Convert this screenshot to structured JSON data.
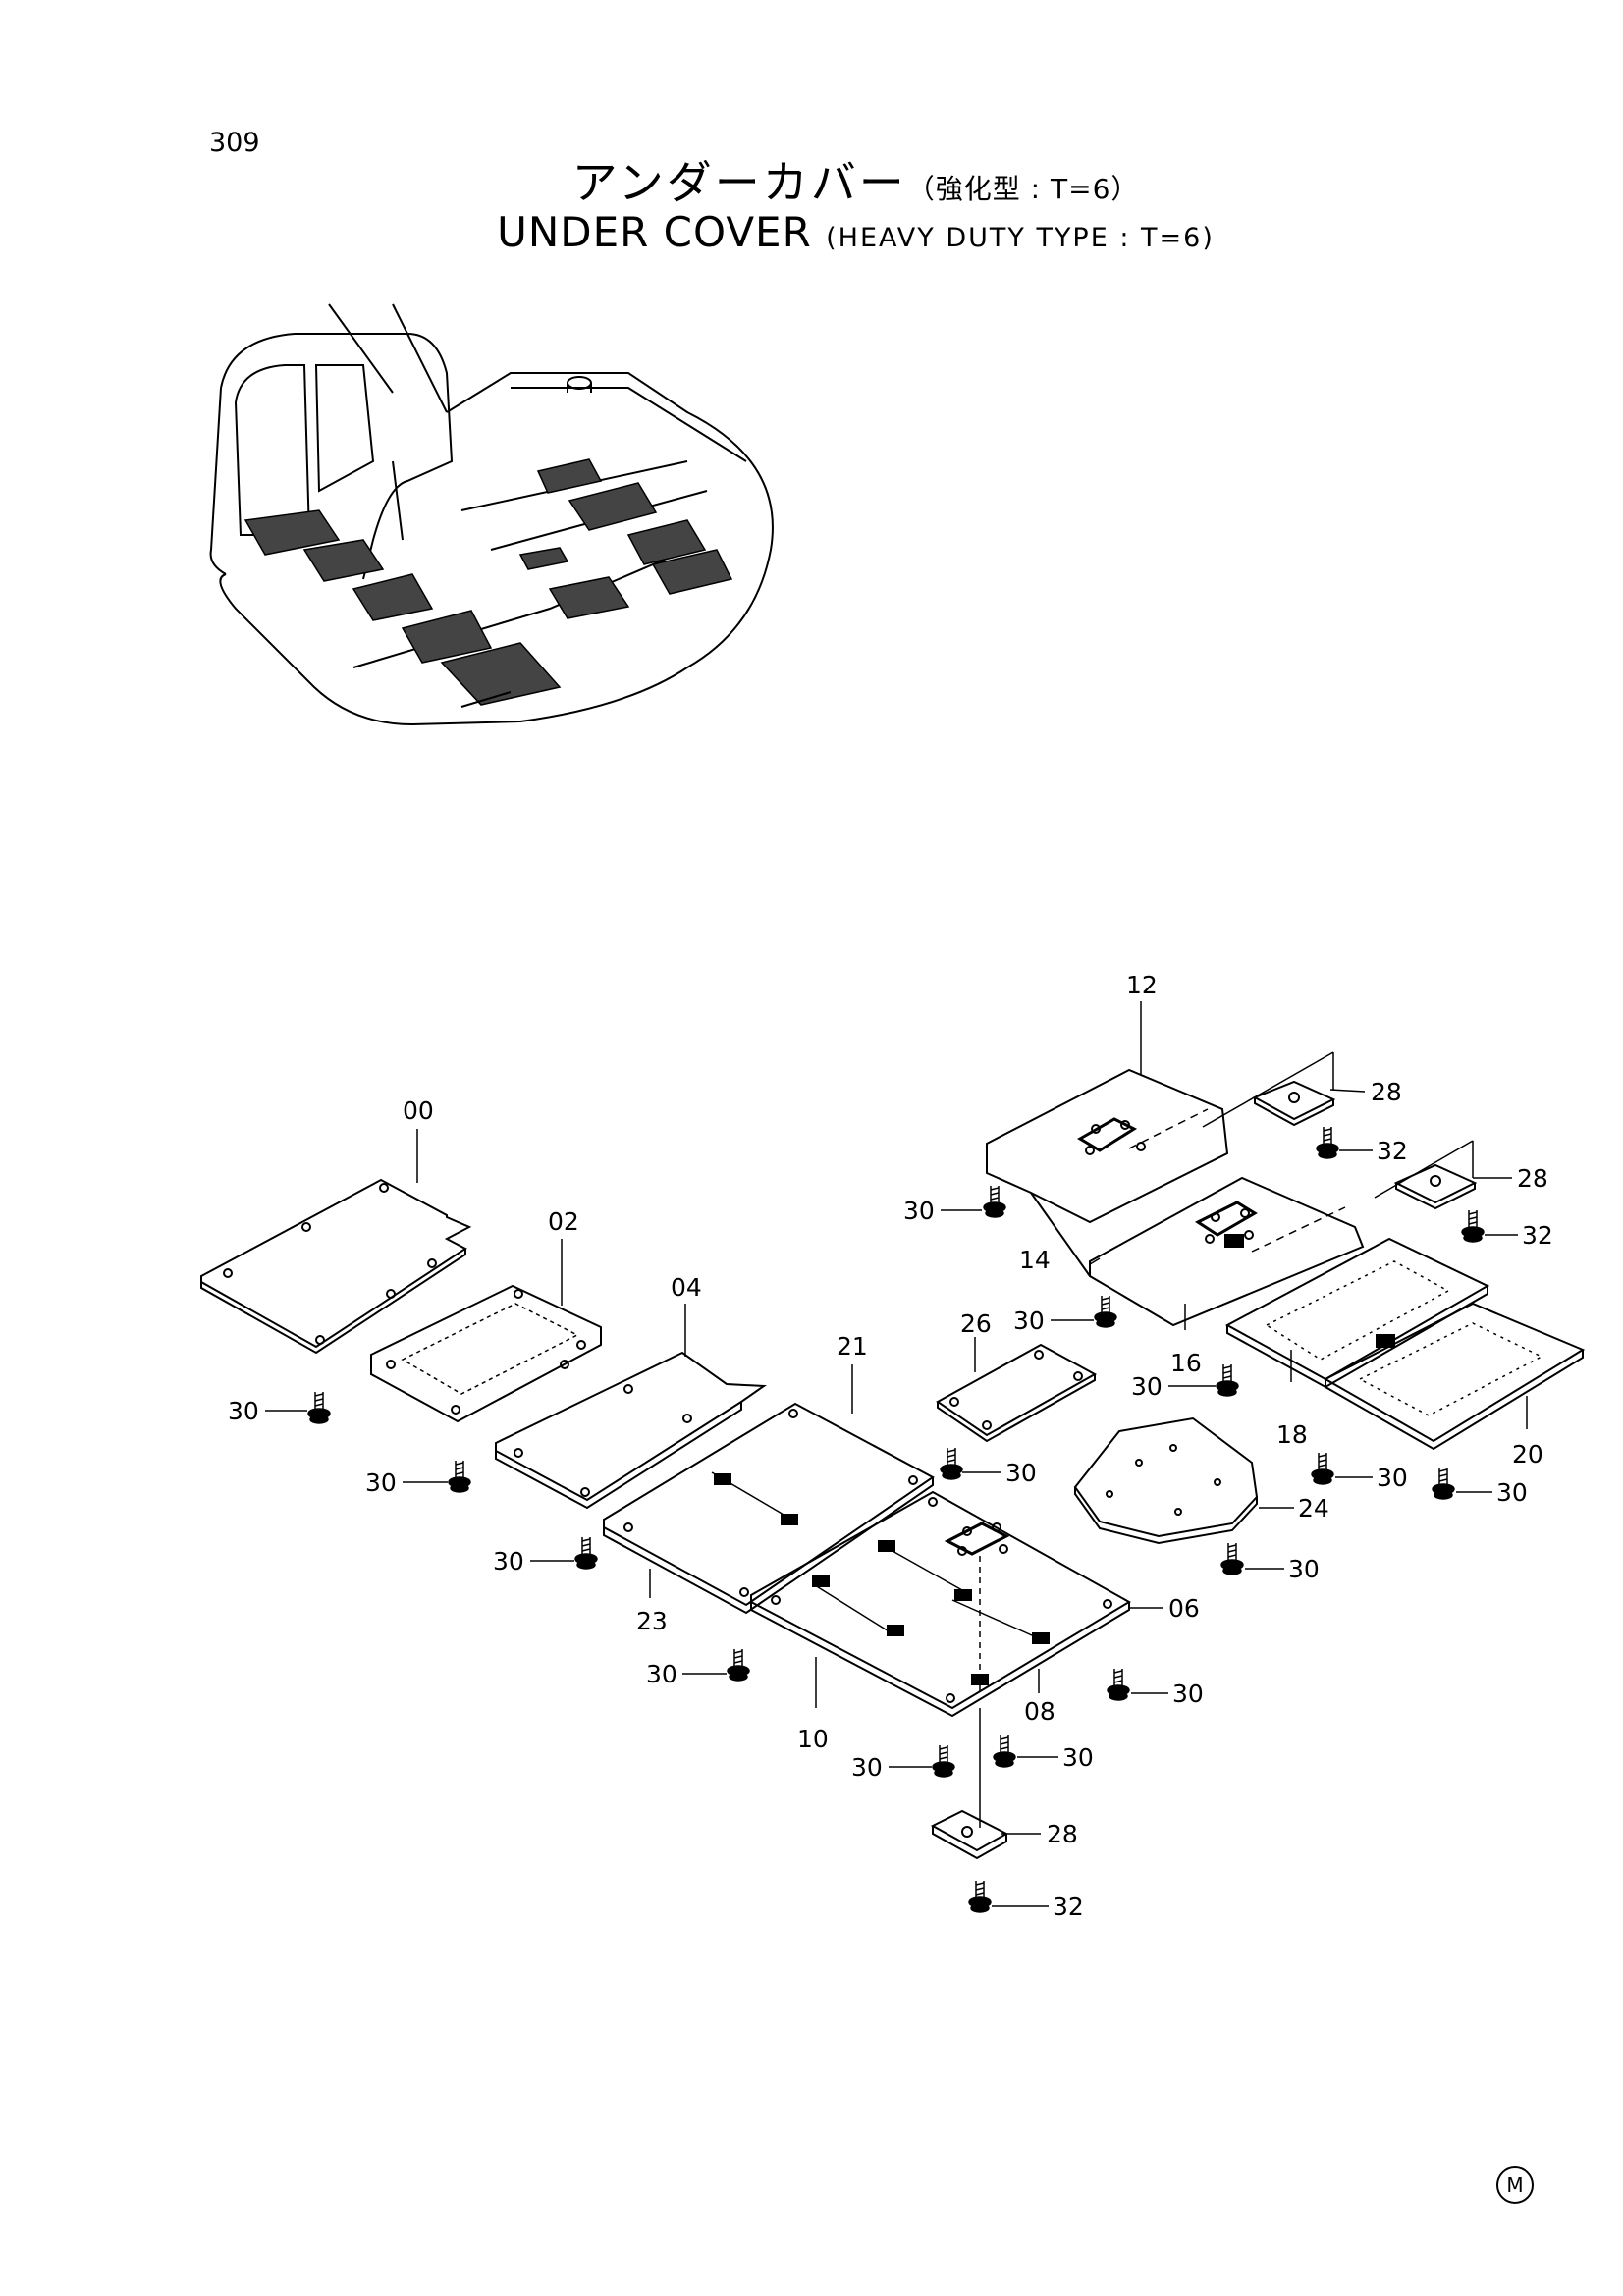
{
  "page": {
    "number": "309",
    "title_jp": "アンダーカバー",
    "title_jp_sub": "（強化型 : T=6）",
    "title_en": "UNDER COVER",
    "title_en_sub": "(HEAVY DUTY TYPE : T=6)",
    "corner_mark": "M"
  },
  "part_labels": [
    "00",
    "02",
    "04",
    "21",
    "26",
    "12",
    "14",
    "16",
    "18",
    "20",
    "24",
    "06",
    "08",
    "10",
    "23",
    "28",
    "32",
    "30"
  ]
}
